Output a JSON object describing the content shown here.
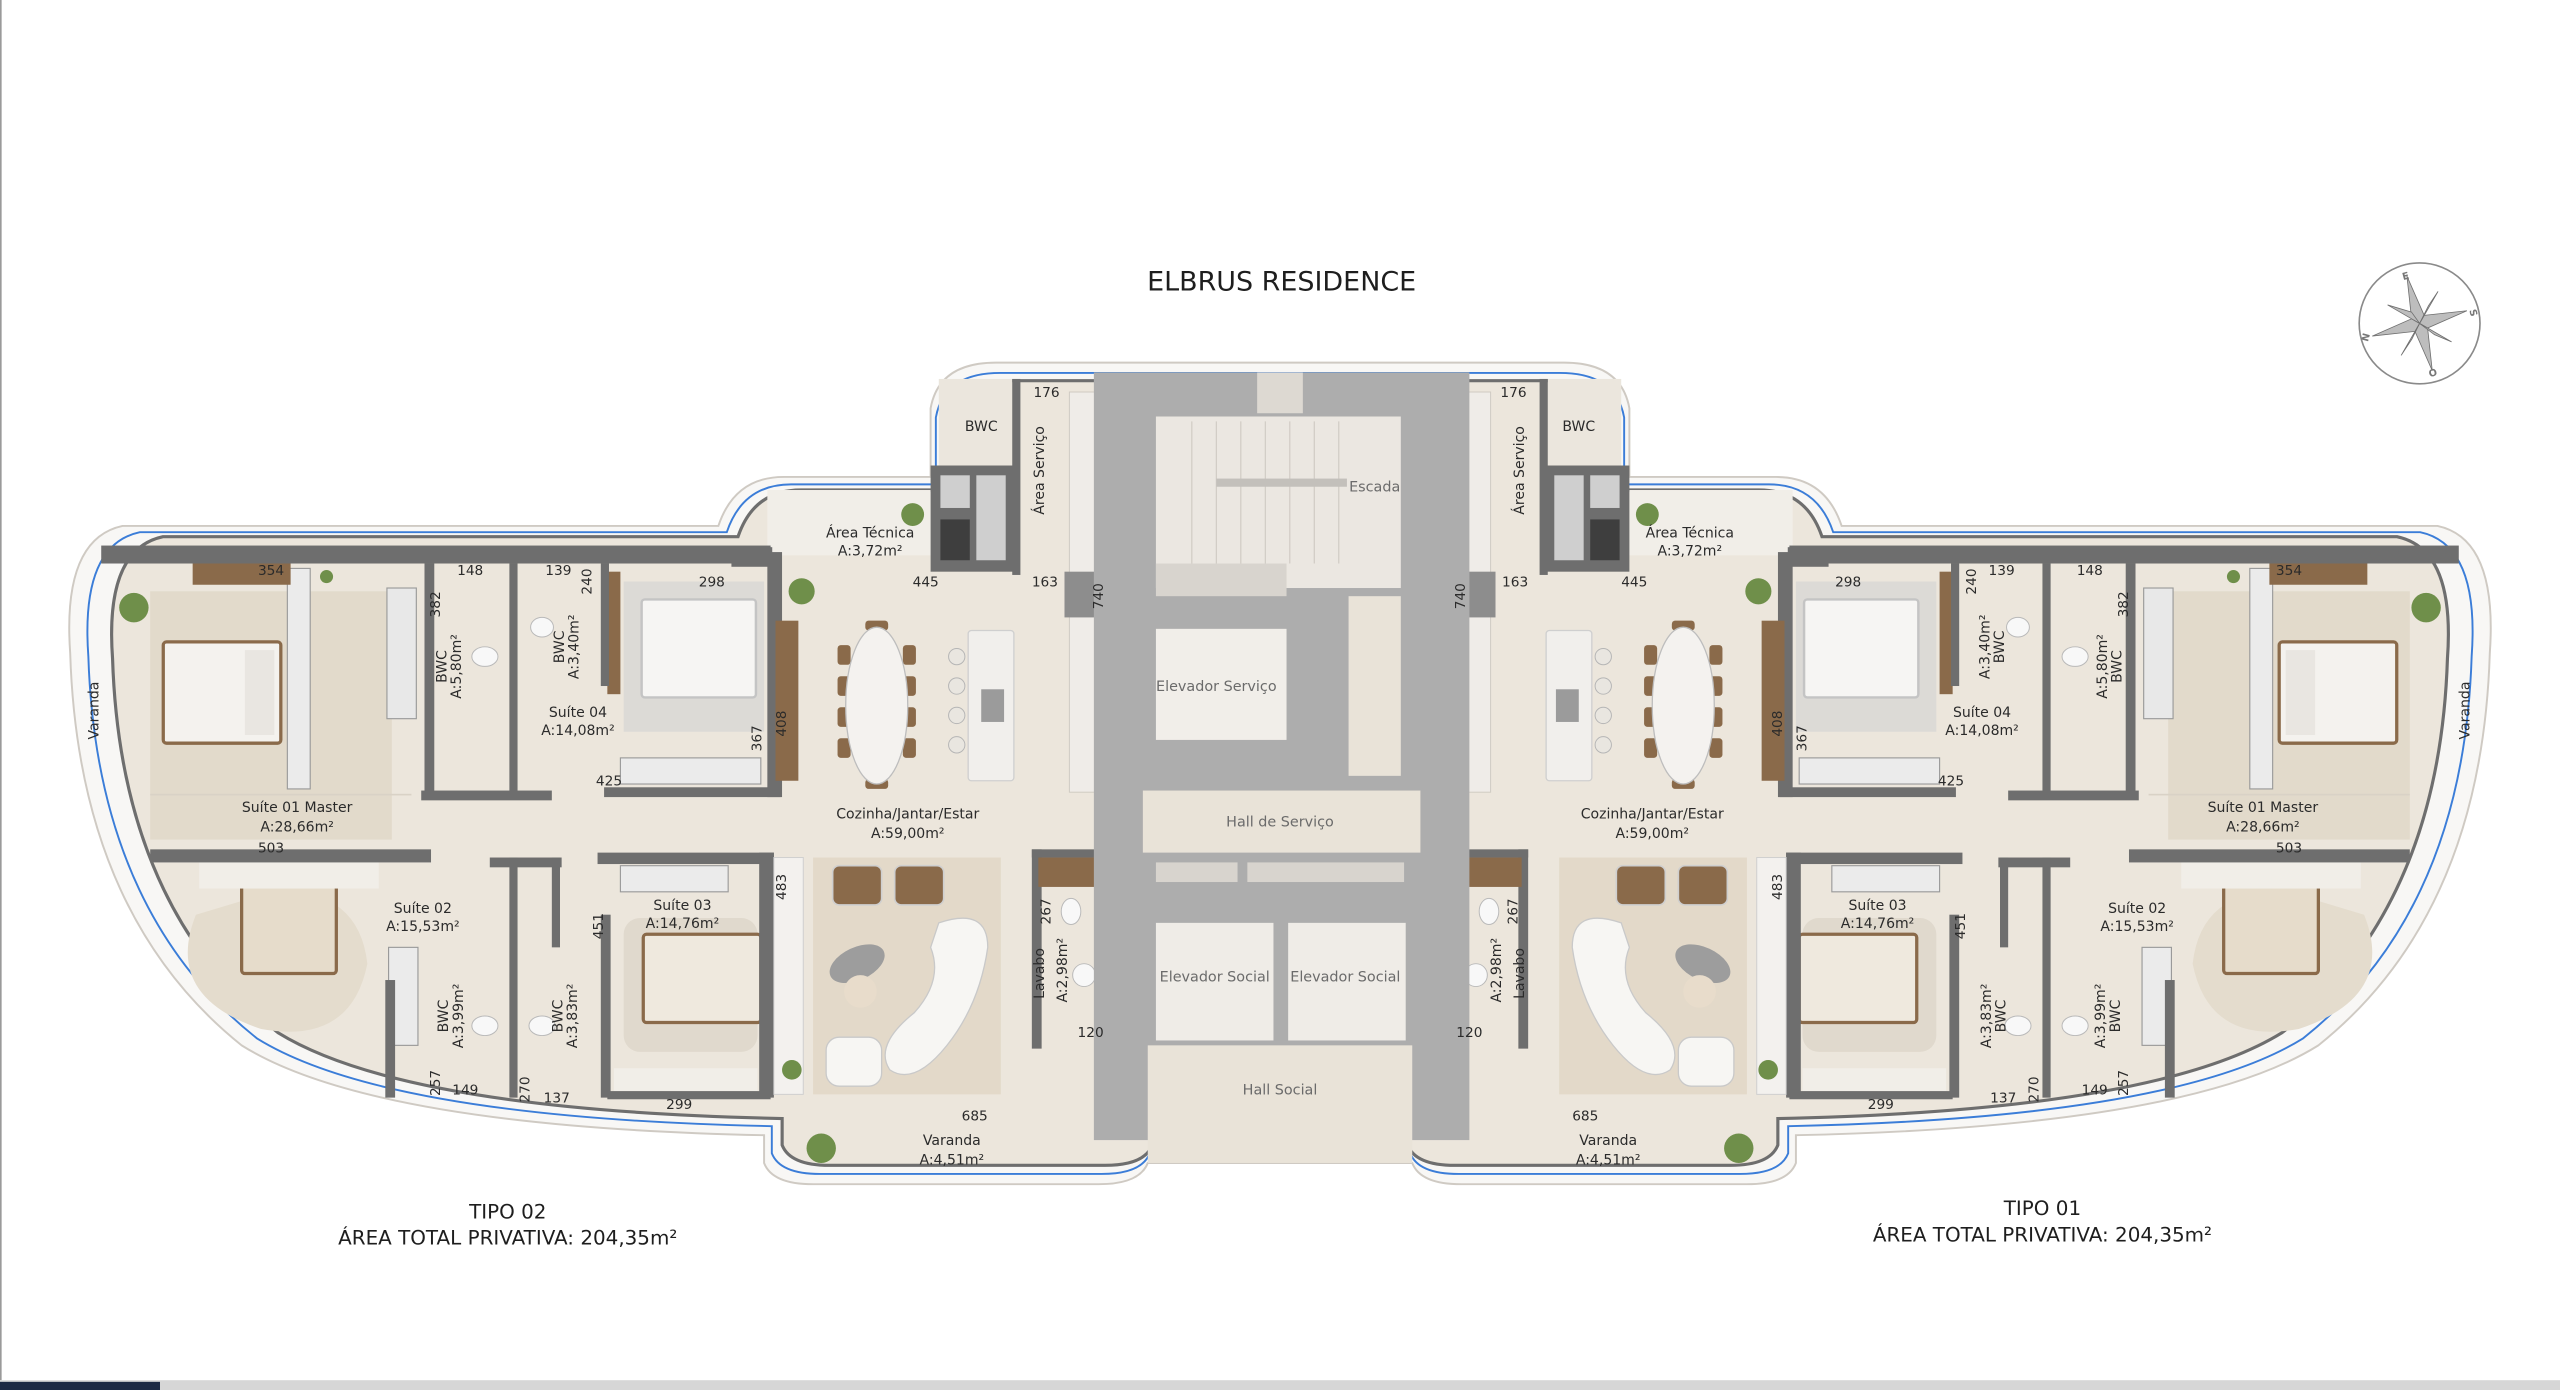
{
  "header": {
    "title": "ELBRUS RESIDENCE"
  },
  "compass": {
    "n": "N",
    "s": "S",
    "e": "E",
    "o": "O"
  },
  "colors": {
    "wall": "#6e6e6e",
    "floor": "#ece6dc",
    "core": "#adadad",
    "glass": "#3b7dd8",
    "wood": "#8a6a4a",
    "plant": "#6f8f4a"
  },
  "core": {
    "stairs": "Escada",
    "service_elevator": "Elevador Serviço",
    "service_hall": "Hall de Serviço",
    "social_elevator_1": "Elevador Social",
    "social_elevator_2": "Elevador Social",
    "social_hall": "Hall Social"
  },
  "units": [
    {
      "type": "TIPO 02",
      "total": "ÁREA TOTAL PRIVATIVA: 204,35m²",
      "rooms": {
        "master_name": "Suíte 01 Master",
        "master_area": "A:28,66m²",
        "side_varanda": "Varanda",
        "bwc1_name": "BWC",
        "bwc1_area": "A:5,80m²",
        "bwc2_name": "BWC",
        "bwc2_area": "A:3,40m²",
        "suite04_name": "Suíte 04",
        "suite04_area": "A:14,08m²",
        "suite02_name": "Suíte 02",
        "suite02_area": "A:15,53m²",
        "suite03_name": "Suíte 03",
        "suite03_area": "A:14,76m²",
        "bwc3_name": "BWC",
        "bwc3_area": "A:3,99m²",
        "bwc4_name": "BWC",
        "bwc4_area": "A:3,83m²",
        "living_name": "Cozinha/Jantar/Estar",
        "living_area": "A:59,00m²",
        "tech_name": "Área Técnica",
        "tech_area": "A:3,72m²",
        "service_name": "Área Serviço",
        "service_bwc": "BWC",
        "lavabo_name": "Lavabo",
        "lavabo_area": "A:2,98m²",
        "varanda_name": "Varanda",
        "varanda_area": "A:4,51m²"
      },
      "dims": {
        "d354": "354",
        "d148": "148",
        "d139": "139",
        "d240": "240",
        "d382": "382",
        "d298": "298",
        "d367": "367",
        "d408": "408",
        "d425": "425",
        "d503": "503",
        "d451": "451",
        "d483": "483",
        "d257": "257",
        "d149": "149",
        "d270": "270",
        "d137": "137",
        "d299": "299",
        "d176": "176",
        "d445": "445",
        "d163": "163",
        "d740": "740",
        "d267": "267",
        "d120": "120",
        "d685": "685"
      }
    },
    {
      "type": "TIPO 01",
      "total": "ÁREA TOTAL PRIVATIVA: 204,35m²",
      "rooms": {
        "master_name": "Suíte 01 Master",
        "master_area": "A:28,66m²",
        "side_varanda": "Varanda",
        "bwc1_name": "BWC",
        "bwc1_area": "A:5,80m²",
        "bwc2_name": "BWC",
        "bwc2_area": "A:3,40m²",
        "suite04_name": "Suíte 04",
        "suite04_area": "A:14,08m²",
        "suite02_name": "Suíte 02",
        "suite02_area": "A:15,53m²",
        "suite03_name": "Suíte 03",
        "suite03_area": "A:14,76m²",
        "bwc3_name": "BWC",
        "bwc3_area": "A:3,99m²",
        "bwc4_name": "BWC",
        "bwc4_area": "A:3,83m²",
        "living_name": "Cozinha/Jantar/Estar",
        "living_area": "A:59,00m²",
        "tech_name": "Área Técnica",
        "tech_area": "A:3,72m²",
        "service_name": "Área Serviço",
        "service_bwc": "BWC",
        "lavabo_name": "Lavabo",
        "lavabo_area": "A:2,98m²",
        "varanda_name": "Varanda",
        "varanda_area": "A:4,51m²"
      },
      "dims": {
        "d354": "354",
        "d148": "148",
        "d139": "139",
        "d240": "240",
        "d382": "382",
        "d298": "298",
        "d367": "367",
        "d408": "408",
        "d425": "425",
        "d503": "503",
        "d451": "451",
        "d483": "483",
        "d257": "257",
        "d149": "149",
        "d270": "270",
        "d137": "137",
        "d299": "299",
        "d176": "176",
        "d445": "445",
        "d163": "163",
        "d740": "740",
        "d267": "267",
        "d120": "120",
        "d685": "685"
      }
    }
  ]
}
